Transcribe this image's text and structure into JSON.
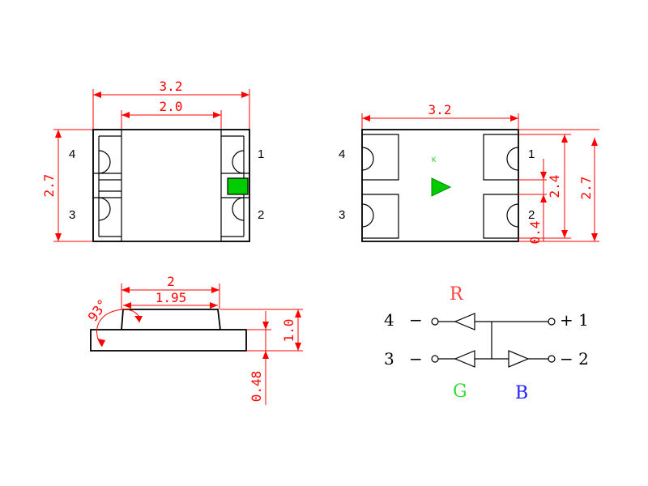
{
  "colors": {
    "dimension": "#ff0000",
    "outline": "#000000",
    "led_green": "#00cc00",
    "label_red": "#ff4444",
    "label_green": "#33dd33",
    "label_blue": "#2222ff"
  },
  "top_view_left": {
    "dim_width_total": "3.2",
    "dim_width_body": "2.0",
    "dim_height": "2.7",
    "pins": [
      "4",
      "1",
      "3",
      "2"
    ]
  },
  "top_view_right": {
    "dim_width": "3.2",
    "dim_height_outer": "2.7",
    "dim_height_inner": "2.4",
    "dim_pad": "0.4",
    "marker": "K",
    "pins": [
      "4",
      "1",
      "3",
      "2"
    ]
  },
  "side_view": {
    "dim_top": "2",
    "dim_top_inner": "1.95",
    "angle": "93°",
    "dim_height": "1.0",
    "dim_base": "0.48"
  },
  "schematic": {
    "pin_4": "4",
    "pin_3": "3",
    "pin_1": "+ 1",
    "pin_2": "− 2",
    "dash_left": "−",
    "label_r": "R",
    "label_g": "G",
    "label_b": "B"
  }
}
